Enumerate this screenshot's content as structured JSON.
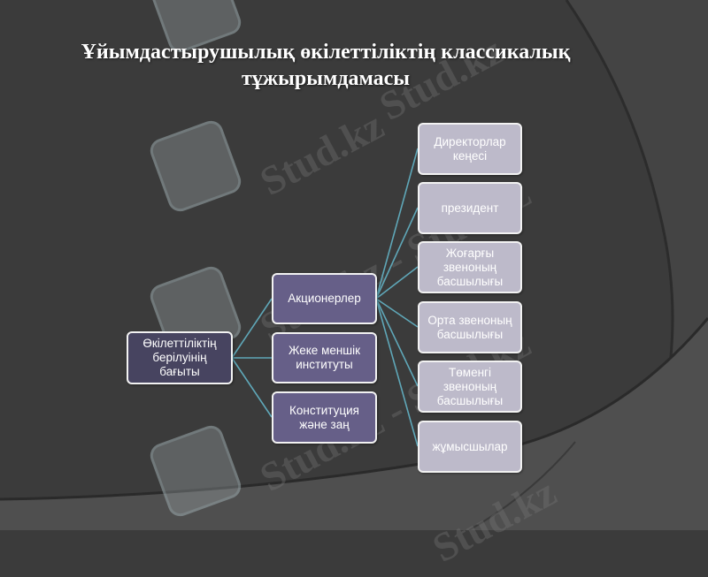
{
  "slide": {
    "title_line1": "Ұйымдастырушылық өкілеттіліктің классикалық",
    "title_line2": "тұжырымдамасы"
  },
  "watermark": {
    "text": "Stud.kz",
    "separator_text": "Stud.kz - Stud.kz"
  },
  "diagram": {
    "root": {
      "label": "Өкілеттіліктің берілуінің бағыты"
    },
    "level2": [
      {
        "label": "Акционерлер"
      },
      {
        "label": "Жеке меншік институты"
      },
      {
        "label": "Конституция және заң"
      }
    ],
    "level3": [
      {
        "label": "Директорлар кеңесі"
      },
      {
        "label": "президент"
      },
      {
        "label": "Жоғарғы звеноның басшылығы"
      },
      {
        "label": "Орта звеноның басшылығы"
      },
      {
        "label": "Төменгі звеноның басшылығы"
      },
      {
        "label": "жұмысшылар"
      }
    ]
  },
  "colors": {
    "background": "#3b3b3b",
    "root_fill": "#474460",
    "level2_fill": "#665f88",
    "level3_fill": "#bdbaca",
    "connector": "#5fa7b8",
    "node_border": "#f2f2f2"
  }
}
